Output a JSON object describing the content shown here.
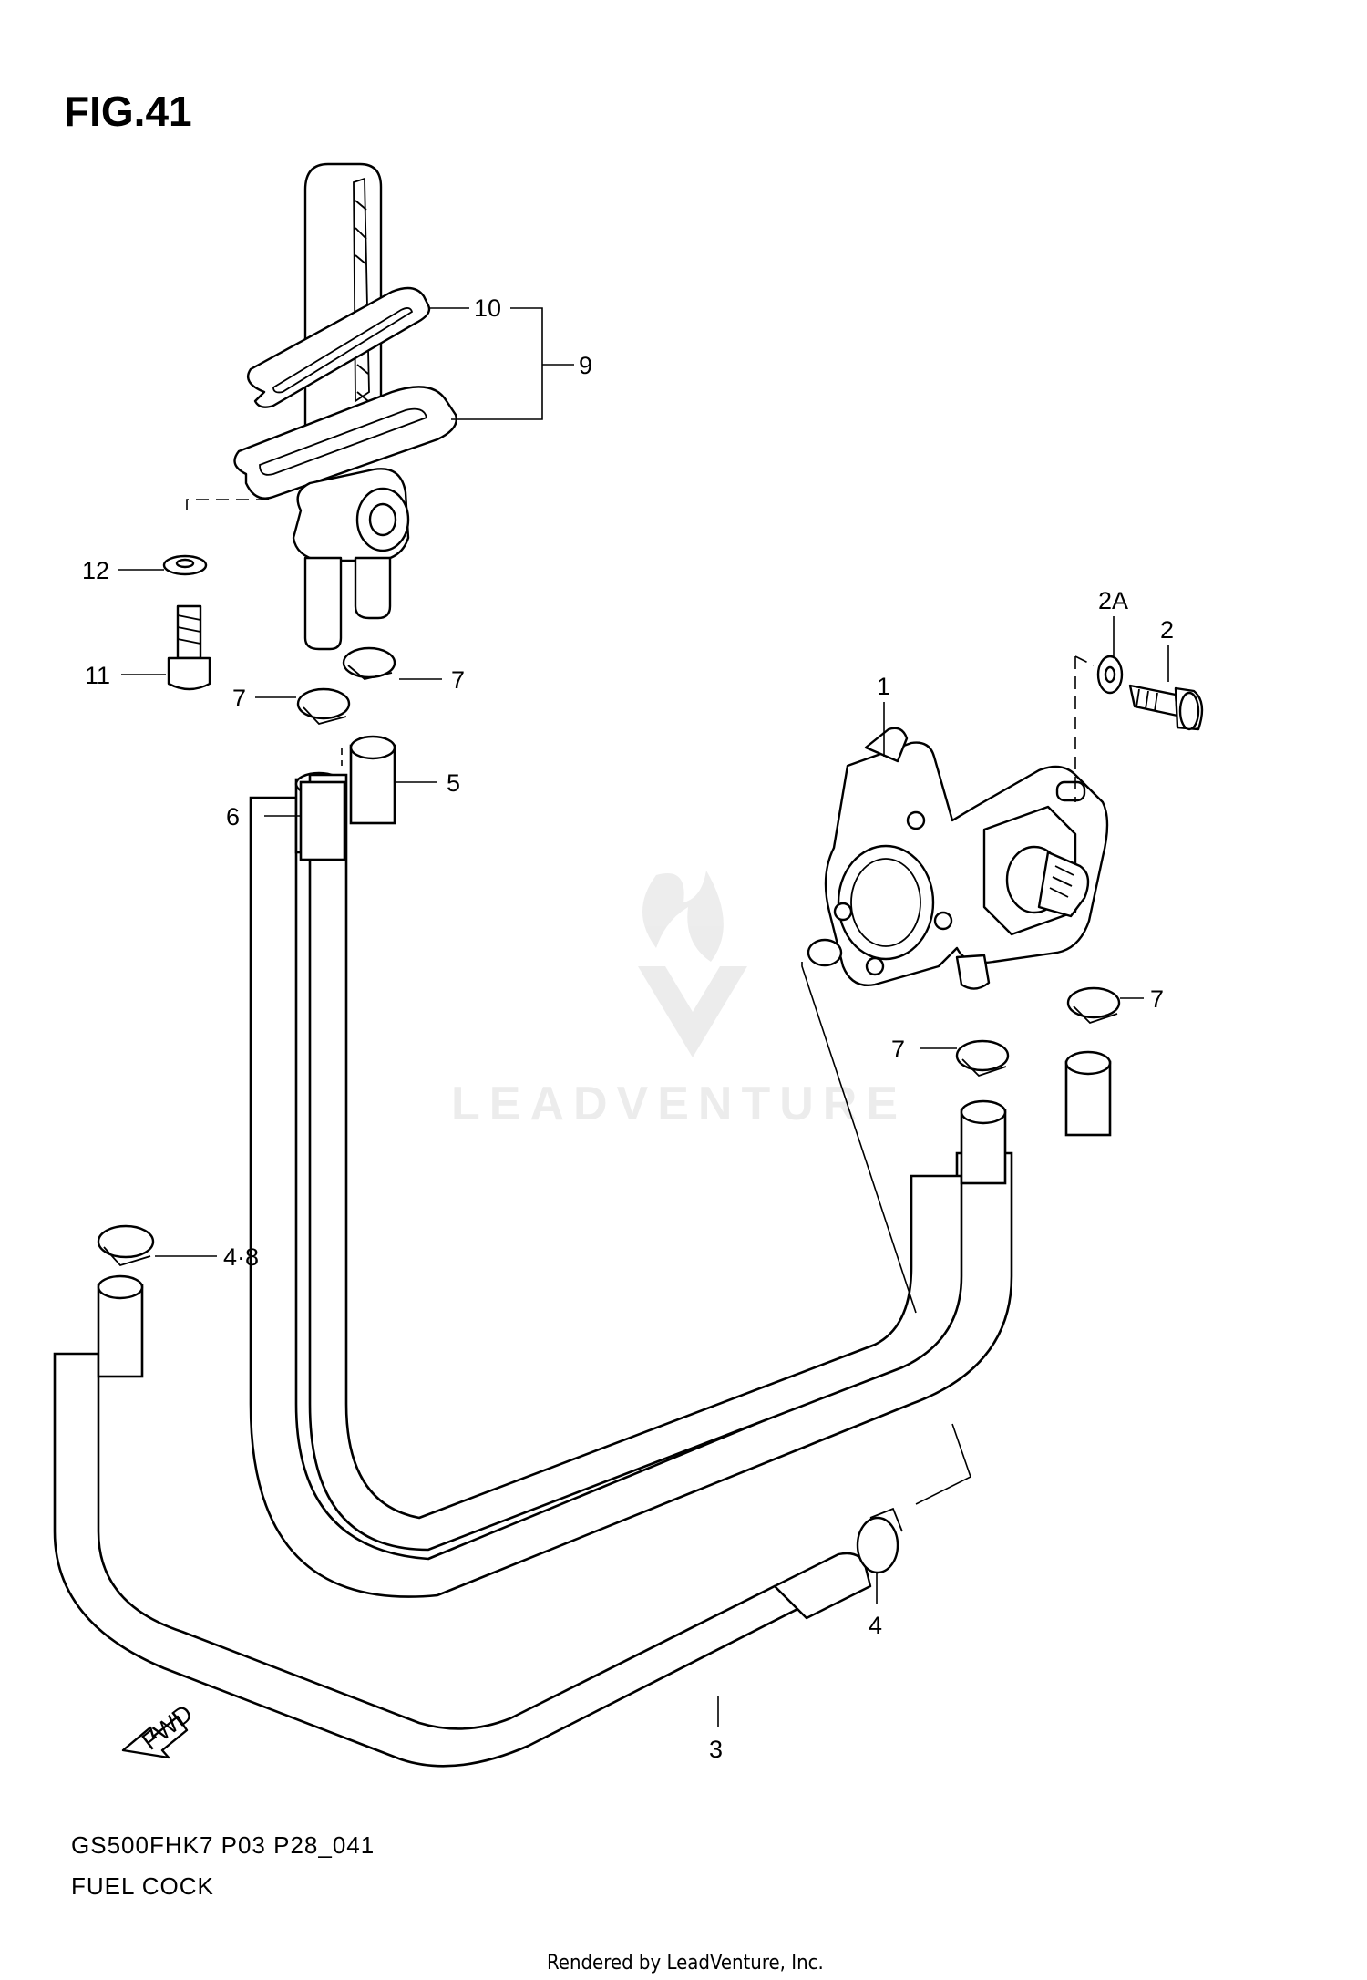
{
  "figure": {
    "title": "FIG.41",
    "model_code": "GS500FHK7 P03 P28_041",
    "caption": "FUEL COCK",
    "rendered_by": "Rendered by LeadVenture, Inc.",
    "watermark": "LEADVENTURE",
    "fwd_label": "FWD"
  },
  "callouts": [
    {
      "id": "c10",
      "text": "10"
    },
    {
      "id": "c9",
      "text": "9"
    },
    {
      "id": "c12",
      "text": "12"
    },
    {
      "id": "c11",
      "text": "11"
    },
    {
      "id": "c7a",
      "text": "7"
    },
    {
      "id": "c7b",
      "text": "7"
    },
    {
      "id": "c6",
      "text": "6"
    },
    {
      "id": "c5",
      "text": "5"
    },
    {
      "id": "c2A",
      "text": "2A"
    },
    {
      "id": "c2",
      "text": "2"
    },
    {
      "id": "c1",
      "text": "1"
    },
    {
      "id": "c7c",
      "text": "7"
    },
    {
      "id": "c7d",
      "text": "7"
    },
    {
      "id": "c48",
      "text": "4·8"
    },
    {
      "id": "c4",
      "text": "4"
    },
    {
      "id": "c3",
      "text": "3"
    }
  ],
  "colors": {
    "line": "#000000",
    "background": "#ffffff",
    "watermark": "#e6e6e6"
  }
}
